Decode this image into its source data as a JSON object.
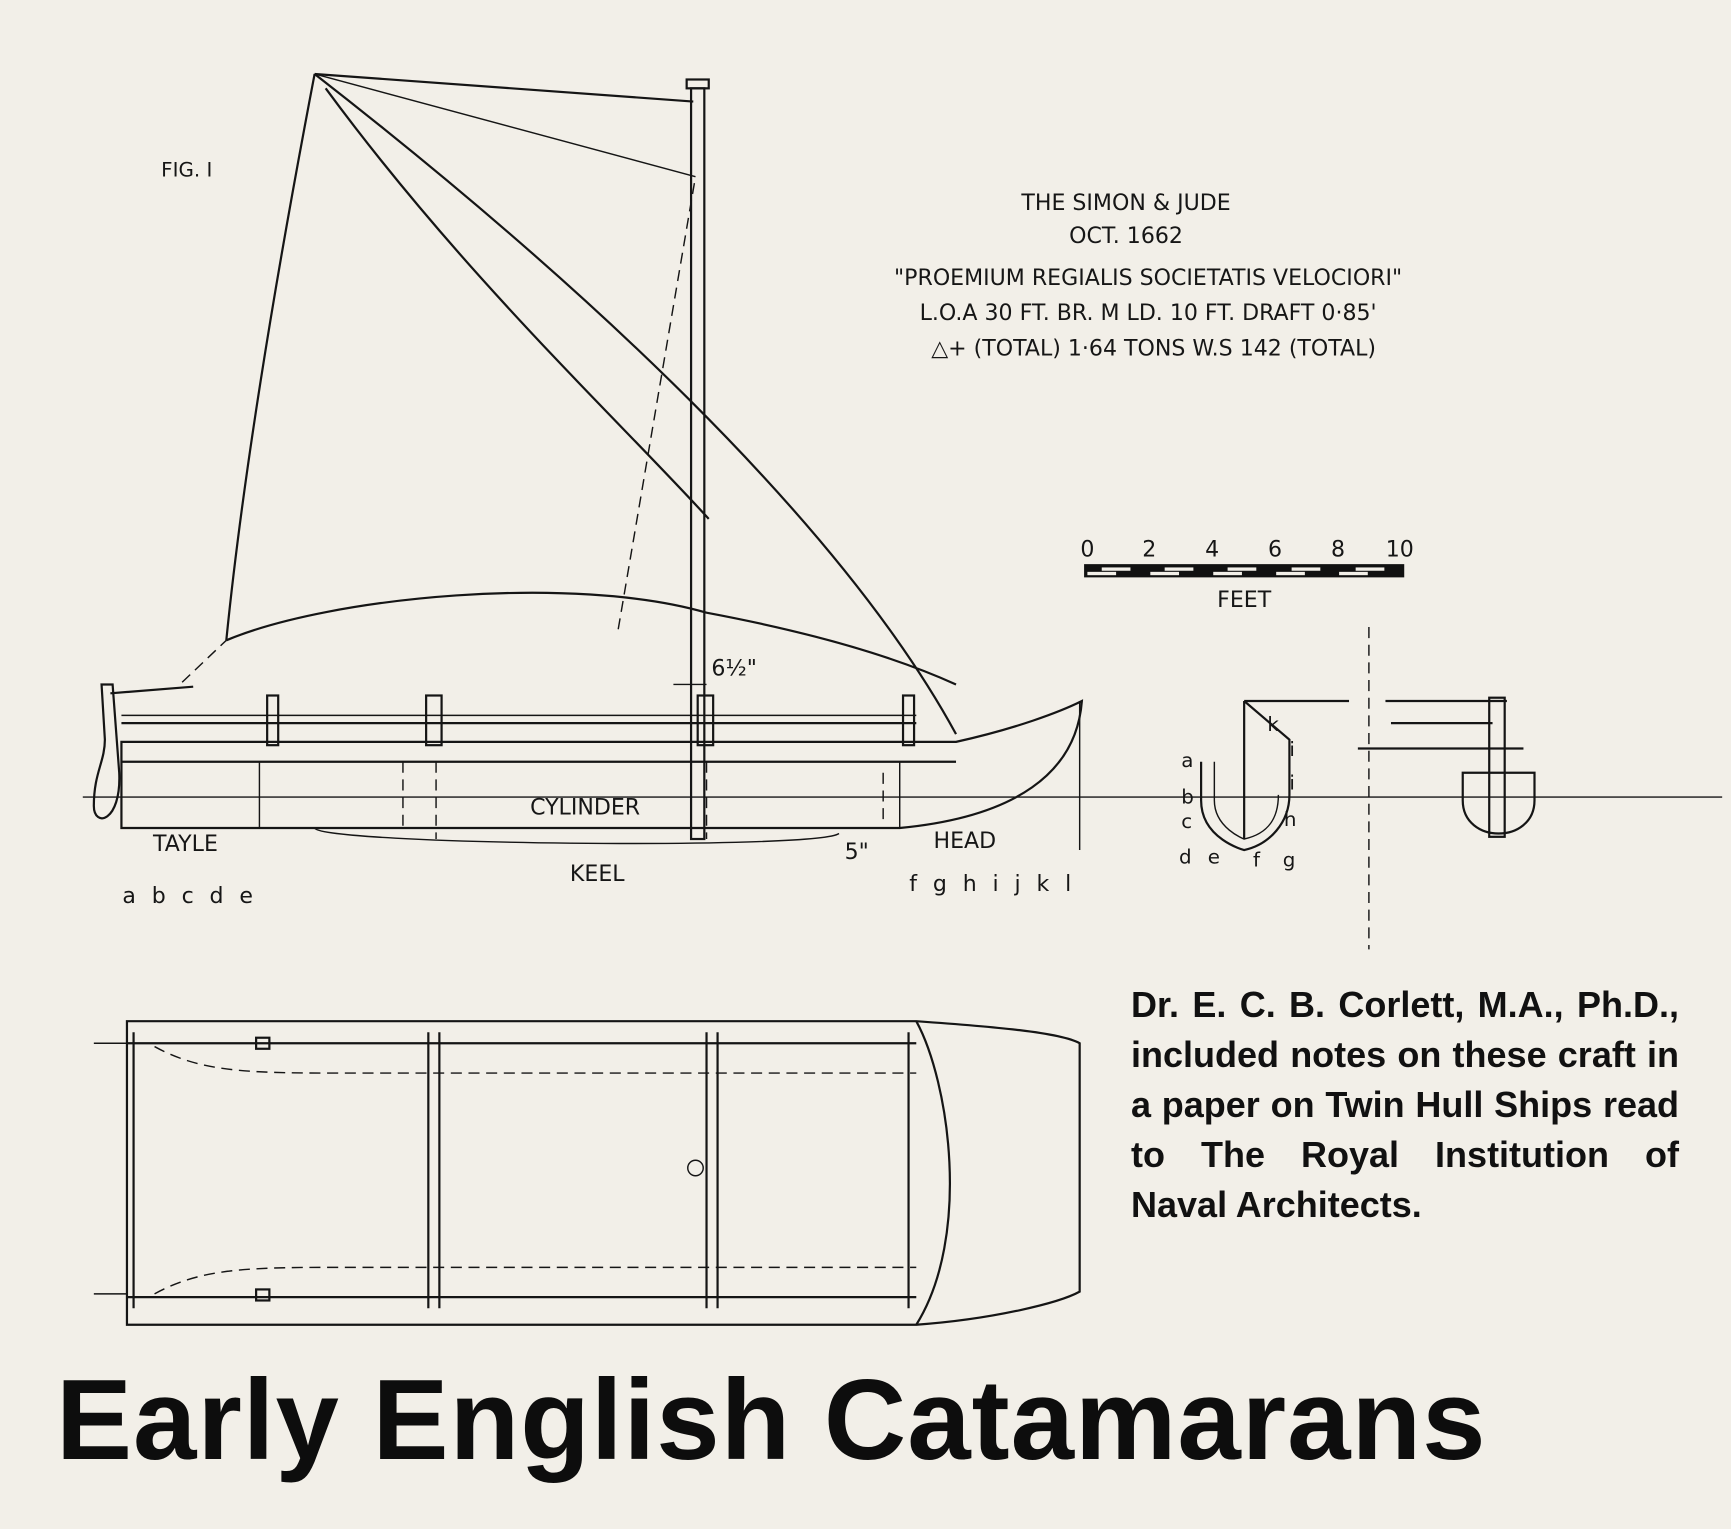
{
  "figure": {
    "fig_label": "FIG. I",
    "vessel_name": "THE SIMON & JUDE",
    "date": "OCT. 1662",
    "motto": "\"PROEMIUM REGIALIS SOCIETATIS VELOCIORI\"",
    "dimensions": "L.O.A 30 FT. BR. M LD. 10 FT. DRAFT 0·85'",
    "displacement": "△+ (TOTAL) 1·64 TONS W.S 142 (TOTAL)",
    "scale": {
      "ticks": [
        "0",
        "2",
        "4",
        "6",
        "8",
        "10"
      ],
      "unit": "FEET"
    },
    "labels": {
      "cylinder": "CYLINDER",
      "tayle": "TAYLE",
      "keel": "KEEL",
      "head": "HEAD",
      "five_in": "5\"",
      "six_half": "6½\"",
      "stations_aft": "a b c d e",
      "stations_fwd": "f g h i j k l"
    },
    "section_letters": [
      "a",
      "b",
      "c",
      "d",
      "e",
      "f",
      "g",
      "h",
      "i",
      "i",
      "k"
    ]
  },
  "caption": "Dr. E. C. B. Corlett, M.A., Ph.D., included notes on these craft in a paper on Twin Hull Ships read to The Royal Institution of Naval Architects.",
  "title": "Early English Catamarans"
}
